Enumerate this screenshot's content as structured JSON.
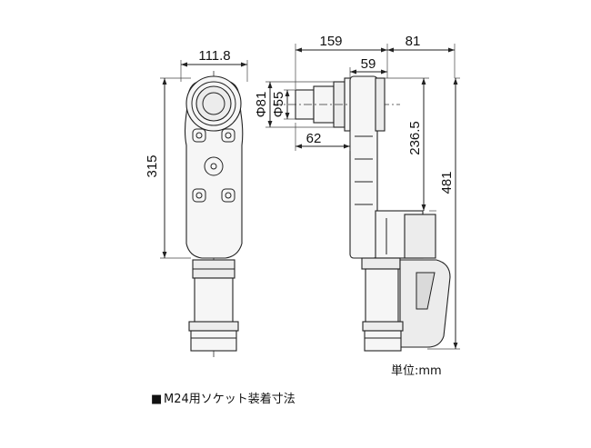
{
  "dimensions": {
    "front_width": "111.8",
    "front_height": "315",
    "dia_outer": "Φ81",
    "dia_inner": "Φ55",
    "side_offset": "62",
    "side_top_left": "159",
    "side_top_right": "81",
    "side_mid": "59",
    "side_height_mid": "236.5",
    "side_height_total": "481"
  },
  "unit_label": "単位:mm",
  "caption": {
    "marker": "■",
    "text": "M24用ソケット装着寸法"
  }
}
